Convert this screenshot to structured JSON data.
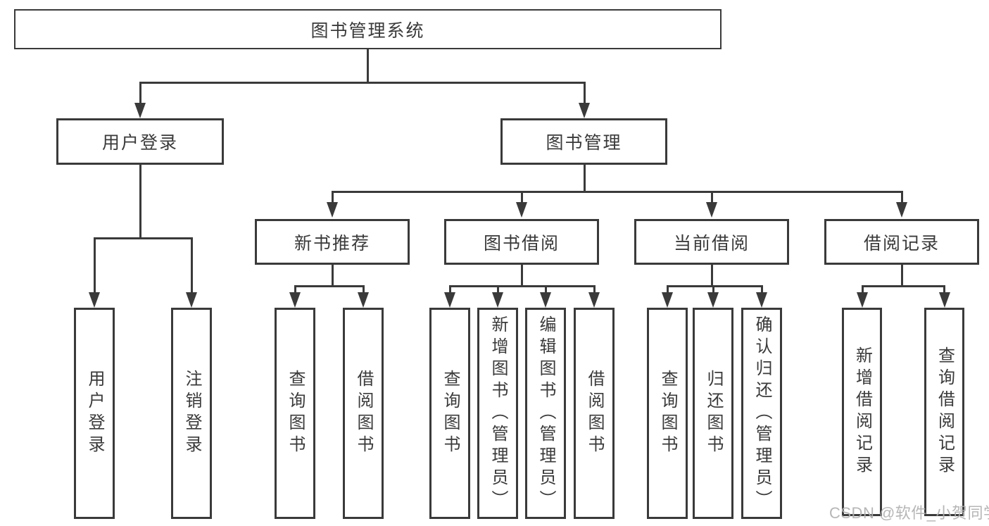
{
  "tree": {
    "label": "图书管理系统",
    "children": [
      {
        "label": "用户登录",
        "children": [
          {
            "label": "用户登录"
          },
          {
            "label": "注销登录"
          }
        ]
      },
      {
        "label": "图书管理",
        "children": [
          {
            "label": "新书推荐",
            "children": [
              {
                "label": "查询图书"
              },
              {
                "label": "借阅图书"
              }
            ]
          },
          {
            "label": "图书借阅",
            "children": [
              {
                "label": "查询图书"
              },
              {
                "label": "新增图书（管理员）"
              },
              {
                "label": "编辑图书（管理员）"
              },
              {
                "label": "借阅图书"
              }
            ]
          },
          {
            "label": "当前借阅",
            "children": [
              {
                "label": "查询图书"
              },
              {
                "label": "归还图书"
              },
              {
                "label": "确认归还（管理员）"
              }
            ]
          },
          {
            "label": "借阅记录",
            "children": [
              {
                "label": "新增借阅记录"
              },
              {
                "label": "查询借阅记录"
              }
            ]
          }
        ]
      }
    ]
  },
  "watermark": {
    "text": "CSDN @软件_小贺同学"
  },
  "colors": {
    "line": "#3a3a3a",
    "text": "#3a3a3a",
    "background": "#ffffff"
  }
}
